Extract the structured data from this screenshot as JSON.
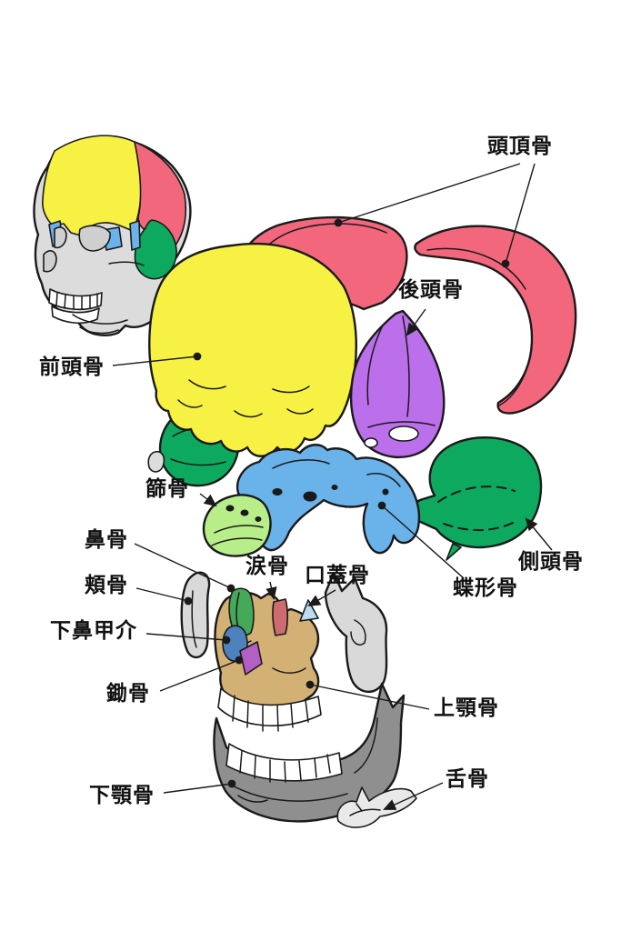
{
  "figure": {
    "type": "anatomical-diagram",
    "subject": "ヒト頭蓋骨の分解図（exploded view of human skull bones）",
    "background": "#ffffff",
    "labels": {
      "parietal": "頭頂骨",
      "occipital": "後頭骨",
      "frontal": "前頭骨",
      "ethmoid": "篩骨",
      "nasal": "鼻骨",
      "zygomatic": "頬骨",
      "inferior_nasal_concha": "下鼻甲介",
      "vomer": "鋤骨",
      "lacrimal": "涙骨",
      "palatine": "口蓋骨",
      "temporal": "側頭骨",
      "sphenoid": "蝶形骨",
      "maxilla": "上顎骨",
      "mandible": "下顎骨",
      "hyoid": "舌骨"
    },
    "colors": {
      "frontal": "#F6F143",
      "parietal": "#F3677D",
      "occipital": "#BB6FEA",
      "temporal": "#0DA95F",
      "sphenoid": "#6AB2EA",
      "ethmoid": "#B7EE8A",
      "nasal": "#44A958",
      "lacrimal": "#CE6B70",
      "inferior_nasal_concha": "#4E82BE",
      "vomer": "#B35FC4",
      "palatine": "#BCDCEF",
      "maxilla": "#D3B175",
      "zygomatic": "#D9D9D9",
      "mandible": "#8F8F8F",
      "hyoid": "#E9E9E9",
      "skull_gray": "#DCDCDC",
      "socket_gray": "#CFCFCF",
      "teeth": "#FFFFFF",
      "hole": "#FFFFFF",
      "outline": "#1A1A1A"
    }
  }
}
